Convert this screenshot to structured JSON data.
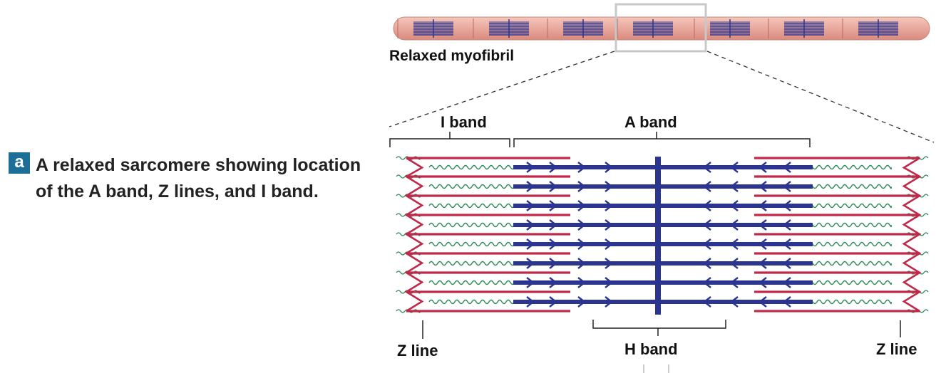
{
  "caption": {
    "badge": "a",
    "text": "A relaxed sarcomere showing location of the A band, Z lines, and I band."
  },
  "labels": {
    "myofibril": "Relaxed myofibril",
    "i_band": "I band",
    "a_band": "A band",
    "h_band": "H band",
    "z_line_left": "Z line",
    "z_line_right": "Z line"
  },
  "colors": {
    "myofibril": "#e9a89c",
    "thick_filament": "#2b3590",
    "thin_filament": "#c0294a",
    "titin": "#2e8b57",
    "badge": "#1d6f97"
  }
}
